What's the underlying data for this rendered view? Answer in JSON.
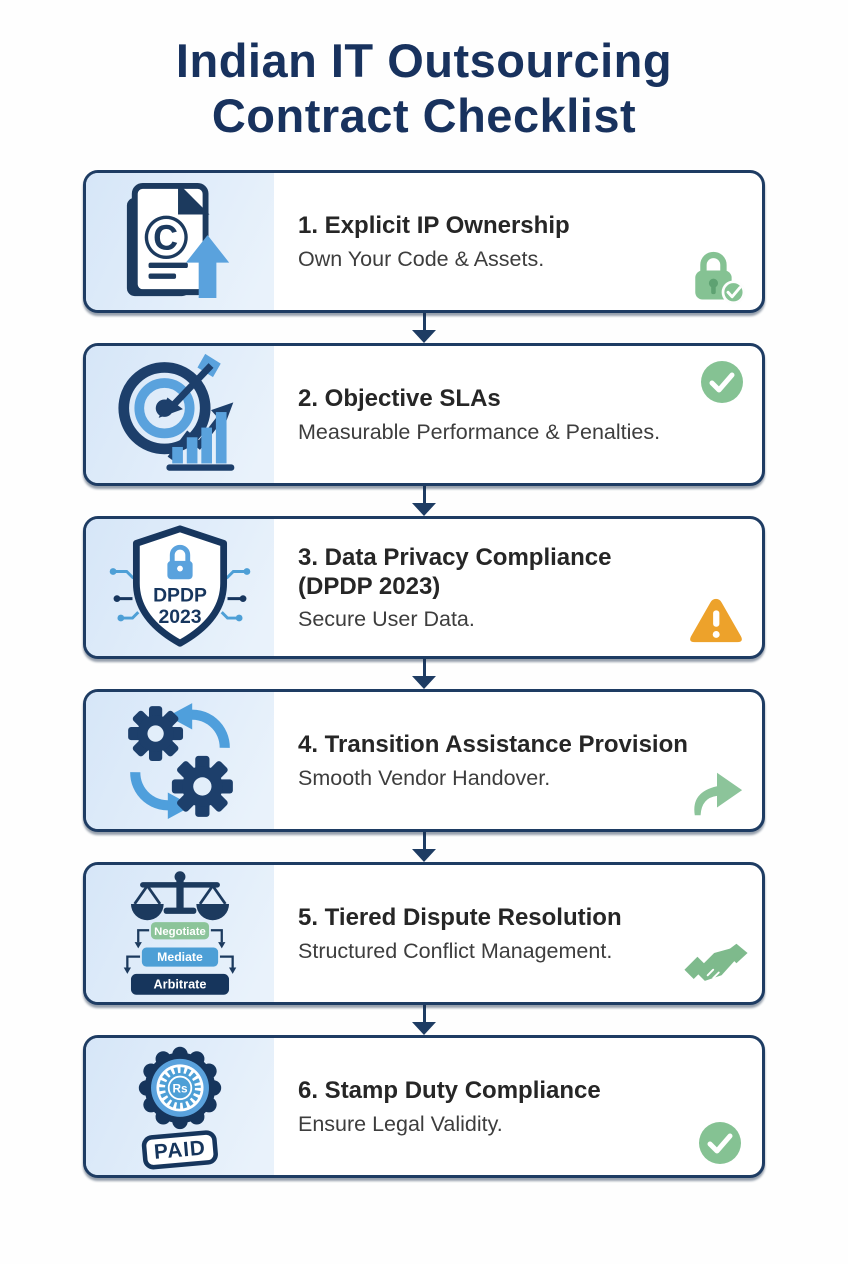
{
  "title": {
    "line1": "Indian IT Outsourcing",
    "line2": "Contract Checklist"
  },
  "items": [
    {
      "title": "1. Explicit IP Ownership",
      "subtitle": "Own Your Code & Assets.",
      "left_icon": "copyright-document-upload",
      "status_icon": "lock-verified"
    },
    {
      "title": "2. Objective SLAs",
      "subtitle": "Measurable Performance & Penalties.",
      "left_icon": "target-arrow-growth-chart",
      "status_icon": "check-circle"
    },
    {
      "title": "3. Data Privacy Compliance",
      "title2": "(DPDP 2023)",
      "subtitle": "Secure User Data.",
      "left_icon": "dpdp-shield-circuit",
      "status_icon": "warning-triangle"
    },
    {
      "title": "4. Transition Assistance Provision",
      "subtitle": "Smooth Vendor Handover.",
      "left_icon": "gears-cycle",
      "status_icon": "forward-arrow"
    },
    {
      "title": "5. Tiered Dispute Resolution",
      "subtitle": "Structured Conflict Management.",
      "left_icon": "justice-scale-tiers",
      "status_icon": "handshake"
    },
    {
      "title": "6. Stamp Duty Compliance",
      "subtitle": "Ensure Legal Validity.",
      "left_icon": "rupee-paid-stamp",
      "status_icon": "check-circle"
    }
  ],
  "icon_text": {
    "copyright_symbol": "©",
    "shield_line1": "DPDP",
    "shield_line2": "2023",
    "tier1": "Negotiate",
    "tier2": "Mediate",
    "tier3": "Arbitrate",
    "stamp_currency": "Rs",
    "stamp_label": "PAID"
  },
  "colors": {
    "title_navy": "#18325e",
    "border_navy": "#1e3c63",
    "icon_navy": "#1d3f6b",
    "light_blue": "#5aa2dd",
    "mid_blue": "#4d9fd6",
    "panel_blue": "#d6e6f8",
    "status_green": "#85c293",
    "status_orange": "#eda22b",
    "tier_green": "#8cc49a",
    "tier_blue": "#4d9fd6",
    "tier_navy": "#16355c"
  }
}
